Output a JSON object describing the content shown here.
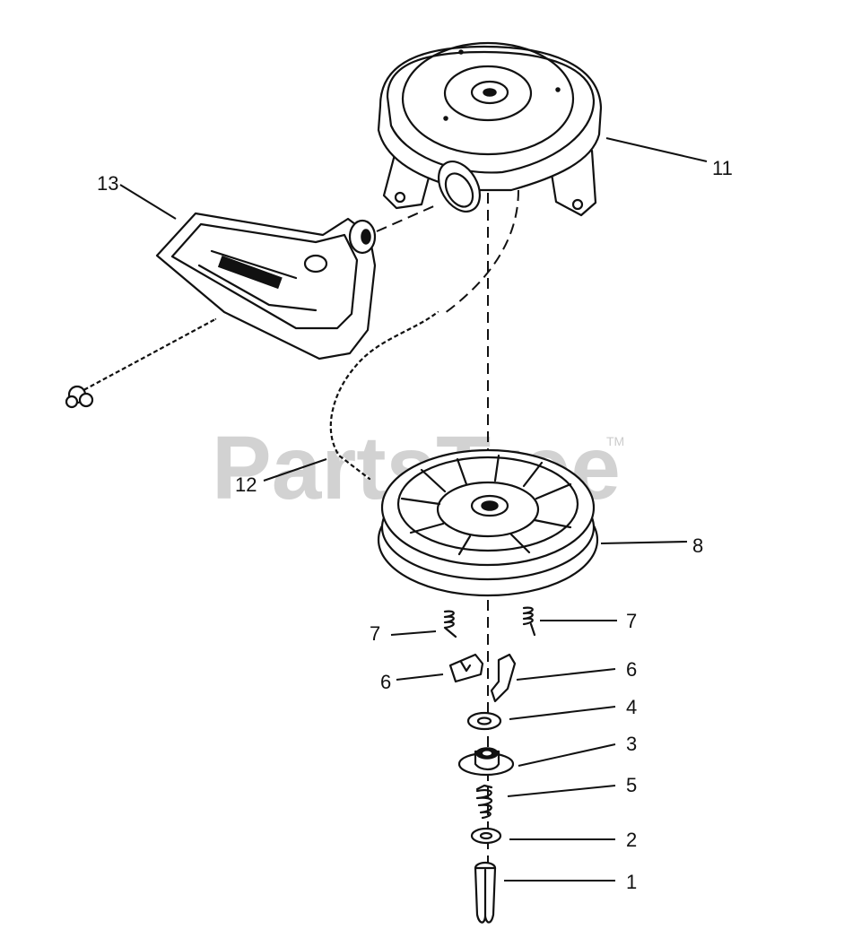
{
  "watermark": {
    "text": "PartsTree",
    "tm": "TM"
  },
  "callouts": {
    "c1": "1",
    "c2": "2",
    "c3": "3",
    "c4": "4",
    "c5": "5",
    "c6_left": "6",
    "c6_right": "6",
    "c7_left": "7",
    "c7_right": "7",
    "c8": "8",
    "c11": "11",
    "c12": "12",
    "c13": "13"
  },
  "parts": [
    {
      "ref": "11",
      "name": "starter housing"
    },
    {
      "ref": "13",
      "name": "rope handle"
    },
    {
      "ref": "12",
      "name": "starter rope"
    },
    {
      "ref": "8",
      "name": "rope pulley"
    },
    {
      "ref": "7",
      "name": "pawl spring"
    },
    {
      "ref": "6",
      "name": "pawl"
    },
    {
      "ref": "4",
      "name": "washer"
    },
    {
      "ref": "3",
      "name": "retainer"
    },
    {
      "ref": "5",
      "name": "spring"
    },
    {
      "ref": "2",
      "name": "washer"
    },
    {
      "ref": "1",
      "name": "pin"
    }
  ]
}
